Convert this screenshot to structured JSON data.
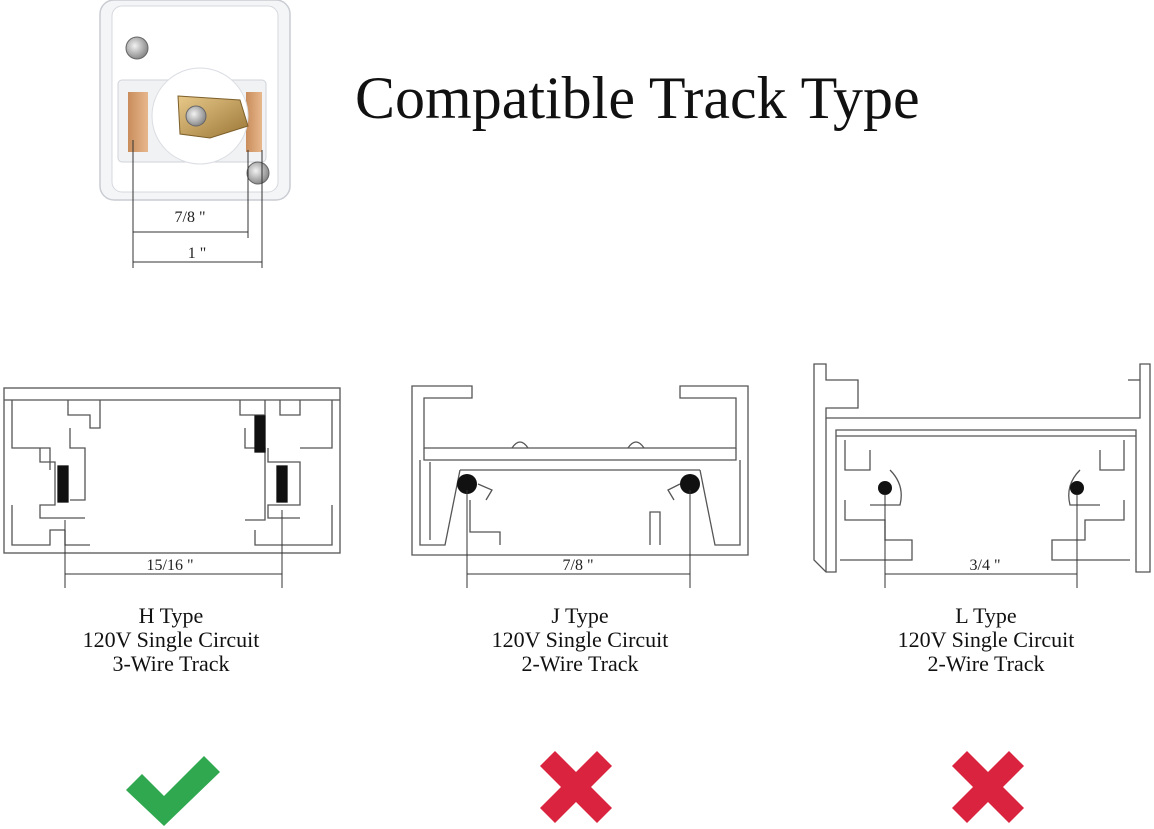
{
  "title": "Compatible Track Type",
  "adapter": {
    "dimensions": [
      {
        "label": "7/8 \""
      },
      {
        "label": "1 \""
      }
    ]
  },
  "tracks": [
    {
      "type": "H Type",
      "circuit": "120V Single Circuit",
      "wire": "3-Wire Track",
      "dimension": "15/16 \"",
      "compatible": true,
      "mark_icon": "check-icon"
    },
    {
      "type": "J Type",
      "circuit": "120V Single Circuit",
      "wire": "2-Wire Track",
      "dimension": "7/8 \"",
      "compatible": false,
      "mark_icon": "cross-icon"
    },
    {
      "type": "L Type",
      "circuit": "120V Single Circuit",
      "wire": "2-Wire Track",
      "dimension": "3/4 \"",
      "compatible": false,
      "mark_icon": "cross-icon"
    }
  ],
  "colors": {
    "check": "#2fa84f",
    "cross": "#d9233f",
    "outline": "#555555"
  }
}
